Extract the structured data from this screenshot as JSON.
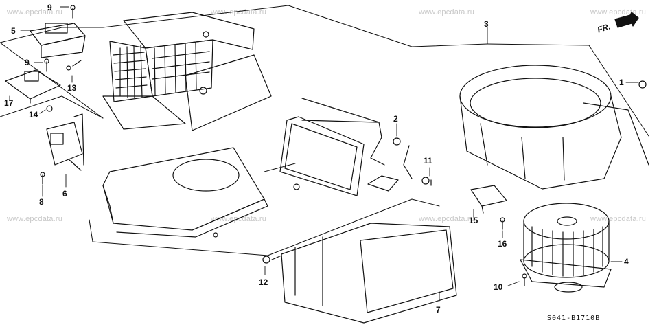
{
  "diagram": {
    "watermark": "www.epcdata.ru",
    "diagram_code": "S041-B1710B",
    "direction_label": "FR.",
    "callouts": [
      {
        "id": "c1",
        "label": "1"
      },
      {
        "id": "c2",
        "label": "2"
      },
      {
        "id": "c3",
        "label": "3"
      },
      {
        "id": "c4",
        "label": "4"
      },
      {
        "id": "c5",
        "label": "5"
      },
      {
        "id": "c6",
        "label": "6"
      },
      {
        "id": "c7",
        "label": "7"
      },
      {
        "id": "c8",
        "label": "8"
      },
      {
        "id": "c9a",
        "label": "9"
      },
      {
        "id": "c9b",
        "label": "9"
      },
      {
        "id": "c10",
        "label": "10"
      },
      {
        "id": "c11",
        "label": "11"
      },
      {
        "id": "c12",
        "label": "12"
      },
      {
        "id": "c13",
        "label": "13"
      },
      {
        "id": "c14",
        "label": "14"
      },
      {
        "id": "c15",
        "label": "15"
      },
      {
        "id": "c16",
        "label": "16"
      },
      {
        "id": "c17",
        "label": "17"
      }
    ]
  }
}
